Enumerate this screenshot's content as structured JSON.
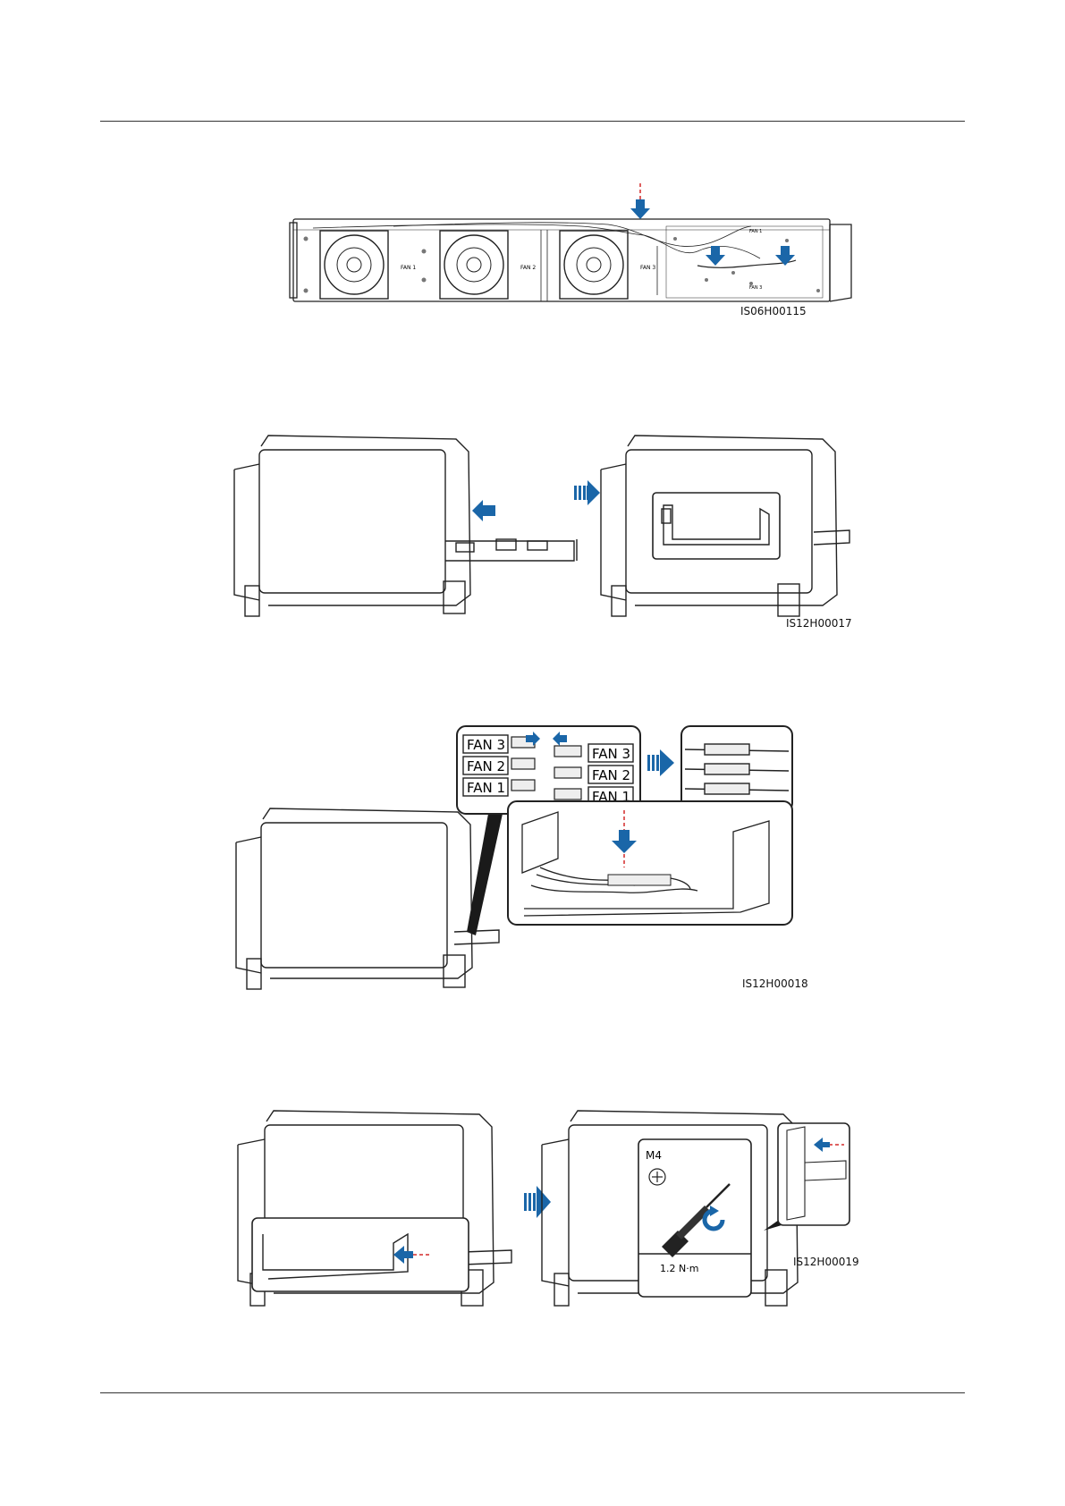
{
  "figures": [
    {
      "id": "IS06H00115",
      "fan_labels": [
        "FAN 1",
        "FAN 2",
        "FAN 3"
      ],
      "board_labels": [
        "FAN 1",
        "FAN 3"
      ]
    },
    {
      "id": "IS12H00017"
    },
    {
      "id": "IS12H00018",
      "left_labels": [
        "FAN 3",
        "FAN 2",
        "FAN 1"
      ],
      "right_labels": [
        "FAN 3",
        "FAN 2",
        "FAN 1"
      ]
    },
    {
      "id": "IS12H00019",
      "screw": "M4",
      "torque": "1.2 N·m"
    }
  ],
  "colors": {
    "arrow": "#1a66a8",
    "line": "#222222",
    "dash": "#d42a2a"
  },
  "icons": [
    "arrow-icon",
    "screwdriver-icon",
    "phillips-icon",
    "rotate-icon"
  ]
}
